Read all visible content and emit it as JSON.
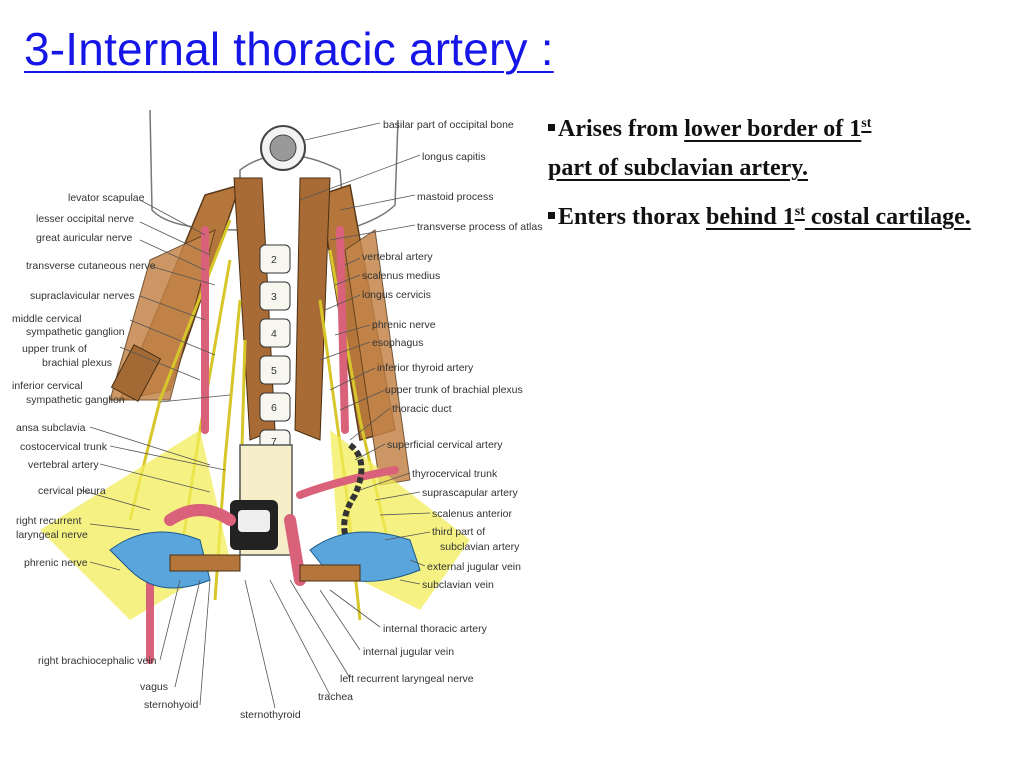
{
  "slide": {
    "title": "3-Internal thoracic artery :"
  },
  "figure": {
    "labels_right": [
      "basilar part of occipital bone",
      "longus capitis",
      "mastoid process",
      "transverse process of atlas",
      "vertebral artery",
      "scalenus medius",
      "longus cervicis",
      "phrenic nerve",
      "esophagus",
      "inferior thyroid artery",
      "upper trunk of brachial plexus",
      "thoracic duct",
      "superficial cervical artery",
      "thyrocervical trunk",
      "suprascapular artery",
      "scalenus anterior",
      "third part of",
      "subclavian artery",
      "external jugular vein",
      "subclavian vein"
    ],
    "labels_left": [
      "levator scapulae",
      "lesser occipital nerve",
      "great auricular nerve",
      "transverse cutaneous nerve",
      "supraclavicular nerves",
      "middle cervical",
      "sympathetic ganglion",
      "upper trunk of",
      "brachial plexus",
      "inferior cervical",
      "sympathetic ganglion",
      "ansa subclavia",
      "costocervical trunk",
      "vertebral artery",
      "cervical pleura",
      "right recurrent",
      "laryngeal nerve",
      "phrenic nerve"
    ],
    "labels_bottom": [
      "internal thoracic artery",
      "internal jugular vein",
      "left recurrent laryngeal nerve",
      "trachea",
      "right brachiocephalic vein",
      "vagus",
      "sternohyoid",
      "sternothyroid"
    ],
    "vertebra_numbers": [
      "2",
      "3",
      "4",
      "5",
      "6",
      "7"
    ]
  },
  "bullets": [
    {
      "prefix": "Arises from ",
      "underlined": "lower border of  1",
      "sup": "st",
      "underlined_2": "part of  subclavian artery."
    },
    {
      "prefix": "Enters thorax ",
      "underlined": "behind 1",
      "sup": "st",
      "underlined_2": " costal cartilage."
    }
  ],
  "colors": {
    "title": "#1515e8",
    "muscle": "#b5763c",
    "nerve": "#f2ee5a",
    "artery": "#d9627a",
    "vein": "#5aa5dc"
  }
}
